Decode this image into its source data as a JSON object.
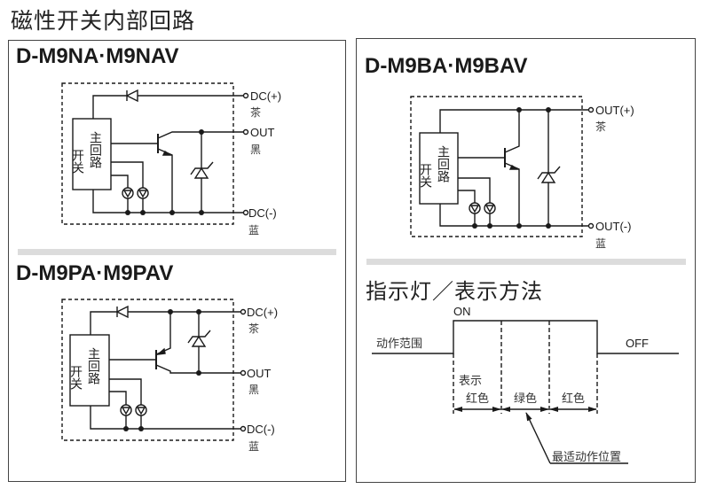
{
  "page_title": "磁性开关内部回路",
  "panels": {
    "npn": {
      "model": "D-M9NA·M9NAV",
      "box_label_left": "开关",
      "box_label_right": "主回路",
      "terminals": [
        {
          "label": "DC(+)",
          "wire_color": "茶"
        },
        {
          "label": "OUT",
          "wire_color": "黑"
        },
        {
          "label": "DC(-)",
          "wire_color": "蓝"
        }
      ]
    },
    "pnp": {
      "model": "D-M9PA·M9PAV",
      "box_label_left": "开关",
      "box_label_right": "主回路",
      "terminals": [
        {
          "label": "DC(+)",
          "wire_color": "茶"
        },
        {
          "label": "OUT",
          "wire_color": "黑"
        },
        {
          "label": "DC(-)",
          "wire_color": "蓝"
        }
      ]
    },
    "two_wire": {
      "model": "D-M9BA·M9BAV",
      "box_label_left": "开关",
      "box_label_right": "主回路",
      "terminals": [
        {
          "label": "OUT(+)",
          "wire_color": "茶"
        },
        {
          "label": "OUT(-)",
          "wire_color": "蓝"
        }
      ]
    }
  },
  "indicator": {
    "title": "指示灯／表示方法",
    "on_label": "ON",
    "off_label": "OFF",
    "range_label": "动作范围",
    "display_label": "表示",
    "zones": [
      "红色",
      "绿色",
      "红色"
    ],
    "optimal_label": "最适动作位置"
  }
}
